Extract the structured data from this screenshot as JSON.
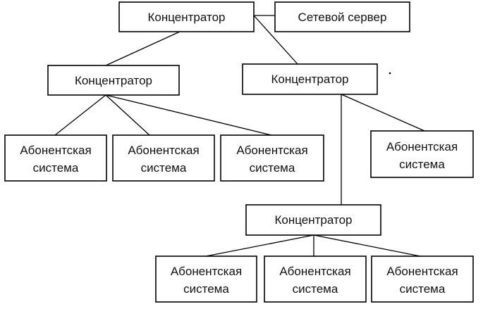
{
  "nodes": {
    "hub_top": {
      "label": "Концентратор"
    },
    "server": {
      "label": "Сетевой сервер"
    },
    "hub_left": {
      "label": "Концентратор"
    },
    "hub_right": {
      "label": "Концентратор"
    },
    "hub_bottom": {
      "label": "Концентратор"
    },
    "sub_left_1": {
      "line1": "Абонентская",
      "line2": "система"
    },
    "sub_left_2": {
      "line1": "Абонентская",
      "line2": "система"
    },
    "sub_left_3": {
      "line1": "Абонентская",
      "line2": "система"
    },
    "sub_right": {
      "line1": "Абонентская",
      "line2": "система"
    },
    "sub_bottom_1": {
      "line1": "Абонентская",
      "line2": "система"
    },
    "sub_bottom_2": {
      "line1": "Абонентская",
      "line2": "система"
    },
    "sub_bottom_3": {
      "line1": "Абонентская",
      "line2": "система"
    }
  },
  "edges": [
    {
      "from": "hub_top",
      "to": "server"
    },
    {
      "from": "hub_top",
      "to": "hub_left"
    },
    {
      "from": "hub_top",
      "to": "hub_right"
    },
    {
      "from": "hub_left",
      "to": "sub_left_1"
    },
    {
      "from": "hub_left",
      "to": "sub_left_2"
    },
    {
      "from": "hub_left",
      "to": "sub_left_3"
    },
    {
      "from": "hub_right",
      "to": "sub_right"
    },
    {
      "from": "hub_right",
      "to": "hub_bottom"
    },
    {
      "from": "hub_bottom",
      "to": "sub_bottom_1"
    },
    {
      "from": "hub_bottom",
      "to": "sub_bottom_2"
    },
    {
      "from": "hub_bottom",
      "to": "sub_bottom_3"
    }
  ]
}
